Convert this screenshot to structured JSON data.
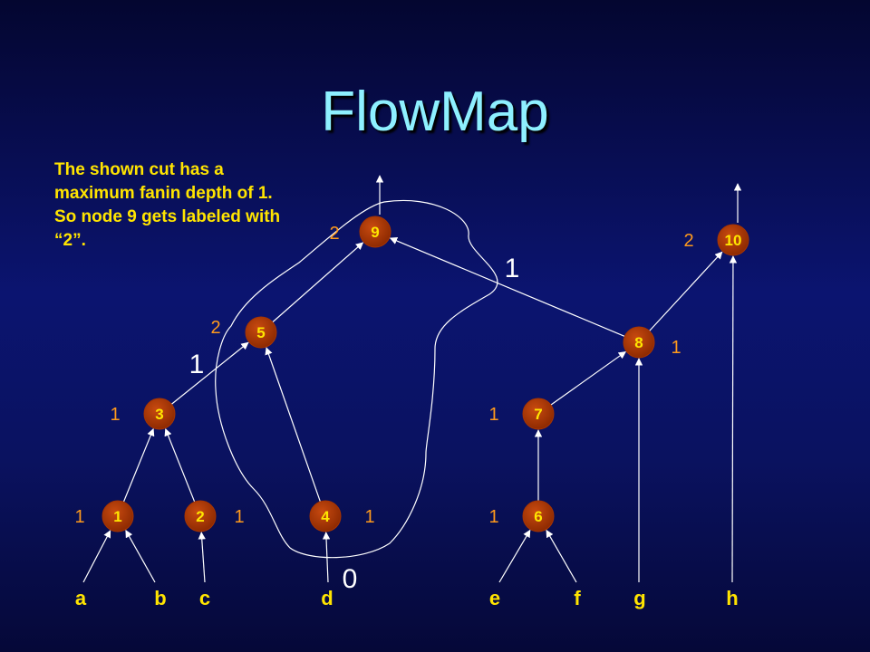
{
  "slide": {
    "title": "FlowMap",
    "note": "The shown cut has a maximum fanin depth of 1.  So node 9 gets labeled with “2”."
  },
  "colors": {
    "node_fill": "#a83400",
    "node_text": "#ffe600",
    "label": "#ff9a1c",
    "edge": "#ffffff",
    "cut_label": "#ffffff",
    "input_label": "#ffe400"
  },
  "diagram": {
    "nodes": [
      {
        "id": "n1",
        "label": "1",
        "level": "1"
      },
      {
        "id": "n2",
        "label": "2",
        "level": "1"
      },
      {
        "id": "n3",
        "label": "3",
        "level": "1"
      },
      {
        "id": "n4",
        "label": "4",
        "level": "1"
      },
      {
        "id": "n5",
        "label": "5",
        "level": "2"
      },
      {
        "id": "n6",
        "label": "6",
        "level": "1"
      },
      {
        "id": "n7",
        "label": "7",
        "level": "1"
      },
      {
        "id": "n8",
        "label": "8",
        "level": "1"
      },
      {
        "id": "n9",
        "label": "9",
        "level": "2"
      },
      {
        "id": "n10",
        "label": "10",
        "level": "2"
      }
    ],
    "inputs": [
      {
        "id": "in_a",
        "label": "a"
      },
      {
        "id": "in_b",
        "label": "b"
      },
      {
        "id": "in_c",
        "label": "c"
      },
      {
        "id": "in_d",
        "label": "d"
      },
      {
        "id": "in_e",
        "label": "e"
      },
      {
        "id": "in_f",
        "label": "f"
      },
      {
        "id": "in_g",
        "label": "g"
      },
      {
        "id": "in_h",
        "label": "h"
      }
    ],
    "edges": [
      {
        "from": "in_a",
        "to": "n1"
      },
      {
        "from": "in_b",
        "to": "n1"
      },
      {
        "from": "in_c",
        "to": "n2"
      },
      {
        "from": "n1",
        "to": "n3"
      },
      {
        "from": "n2",
        "to": "n3"
      },
      {
        "from": "n3",
        "to": "n5"
      },
      {
        "from": "in_d",
        "to": "n4"
      },
      {
        "from": "n4",
        "to": "n5"
      },
      {
        "from": "n5",
        "to": "n9"
      },
      {
        "from": "n8",
        "to": "n9"
      },
      {
        "from": "in_e",
        "to": "n6"
      },
      {
        "from": "in_f",
        "to": "n6"
      },
      {
        "from": "n6",
        "to": "n7"
      },
      {
        "from": "n7",
        "to": "n8"
      },
      {
        "from": "in_g",
        "to": "n8"
      },
      {
        "from": "in_h",
        "to": "n10"
      },
      {
        "from": "n8",
        "to": "n10"
      }
    ],
    "outputs": [
      {
        "from": "n9"
      },
      {
        "from": "n10"
      }
    ],
    "cut_labels": [
      {
        "id": "cut_top",
        "text": "1"
      },
      {
        "id": "cut_left",
        "text": "1"
      },
      {
        "id": "cut_bottom",
        "text": "0"
      }
    ]
  }
}
